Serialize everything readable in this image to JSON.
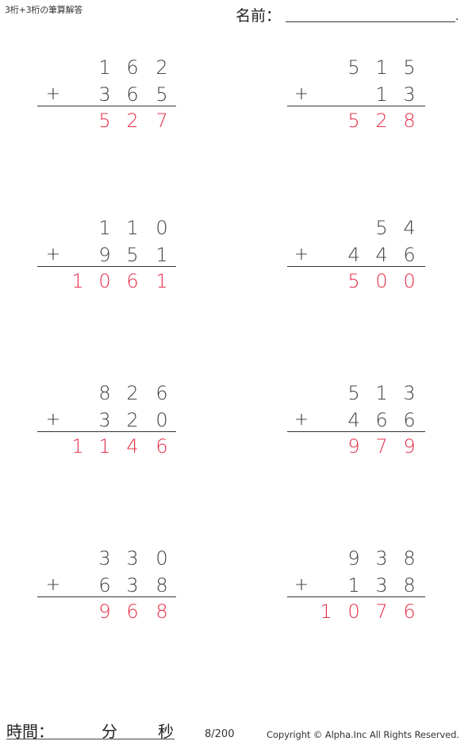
{
  "header": {
    "title": "3桁+3桁の筆算解答",
    "name_label": "名前：",
    "name_value": "",
    "name_terminator": "."
  },
  "problems": [
    {
      "top": [
        "1",
        "6",
        "2"
      ],
      "bottom": [
        "3",
        "6",
        "5"
      ],
      "answer": [
        "5",
        "2",
        "7"
      ],
      "operator": "+"
    },
    {
      "top": [
        "5",
        "1",
        "5"
      ],
      "bottom": [
        "",
        "1",
        "3"
      ],
      "answer": [
        "5",
        "2",
        "8"
      ],
      "operator": "+"
    },
    {
      "top": [
        "1",
        "1",
        "0"
      ],
      "bottom": [
        "9",
        "5",
        "1"
      ],
      "answer": [
        "1",
        "0",
        "6",
        "1"
      ],
      "operator": "+"
    },
    {
      "top": [
        "",
        "5",
        "4"
      ],
      "bottom": [
        "4",
        "4",
        "6"
      ],
      "answer": [
        "5",
        "0",
        "0"
      ],
      "operator": "+"
    },
    {
      "top": [
        "8",
        "2",
        "6"
      ],
      "bottom": [
        "3",
        "2",
        "0"
      ],
      "answer": [
        "1",
        "1",
        "4",
        "6"
      ],
      "operator": "+"
    },
    {
      "top": [
        "5",
        "1",
        "3"
      ],
      "bottom": [
        "4",
        "6",
        "6"
      ],
      "answer": [
        "9",
        "7",
        "9"
      ],
      "operator": "+"
    },
    {
      "top": [
        "3",
        "3",
        "0"
      ],
      "bottom": [
        "6",
        "3",
        "8"
      ],
      "answer": [
        "9",
        "6",
        "8"
      ],
      "operator": "+"
    },
    {
      "top": [
        "9",
        "3",
        "8"
      ],
      "bottom": [
        "1",
        "3",
        "8"
      ],
      "answer": [
        "1",
        "0",
        "7",
        "6"
      ],
      "operator": "+"
    }
  ],
  "footer": {
    "time_label": "時間：",
    "minutes_label": "分",
    "seconds_label": "秒",
    "page": "8/200",
    "copyright": "Copyright © Alpha.Inc All Rights Reserved."
  },
  "colors": {
    "answer": "#e8304a",
    "text": "#444444"
  }
}
